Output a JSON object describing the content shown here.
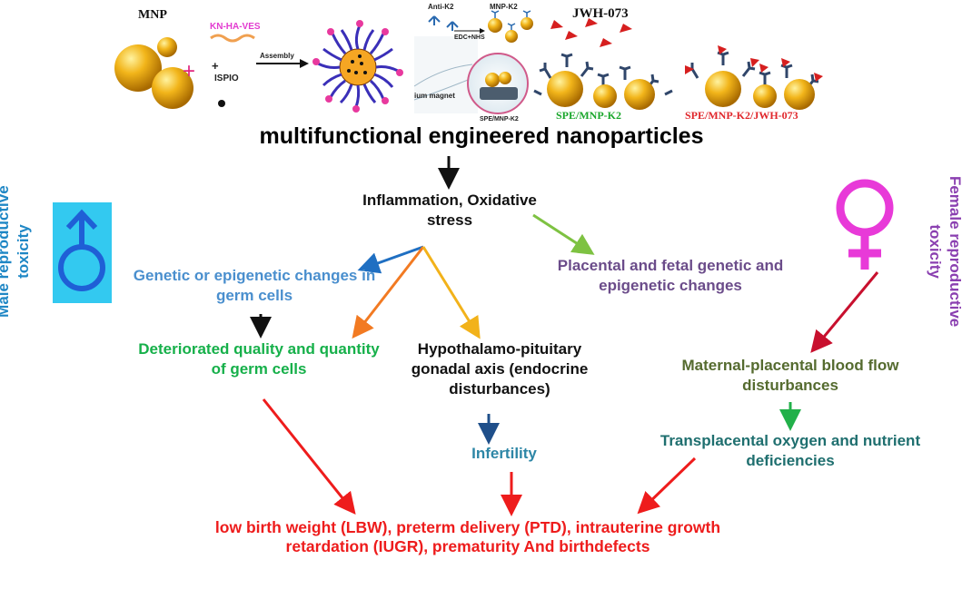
{
  "title": "multifunctional engineered nanoparticles",
  "illustration": {
    "mnp": "MNP",
    "kn_ha_ves": "KN-HA-VES",
    "plus": "+",
    "ispio": "ISPIO",
    "assembly": "Assembly",
    "anti_k2": "Anti-K2",
    "mnp_k2": "MNP-K2",
    "edc_nhs": "EDC+NHS",
    "jwh": "JWH-073",
    "magnet": "ium magnet",
    "spe_mnp_k2_small": "SPE/MNP-K2",
    "spe_mnp_k2": "SPE/MNP-K2",
    "spe_mnp_k2_jwh": "SPE/MNP-K2/JWH-073"
  },
  "labels": {
    "male": "Male reproductive toxicity",
    "female": "Female reproductive toxicity"
  },
  "nodes": {
    "inflammation": "Inflammation, Oxidative stress",
    "genetic": "Genetic or epigenetic changes in germ cells",
    "placental": "Placental and fetal genetic and epigenetic changes",
    "deteriorated": "Deteriorated quality and quantity of germ cells",
    "hpg": "Hypothalamo-pituitary gonadal axis (endocrine disturbances)",
    "infertility": "Infertility",
    "maternal": "Maternal-placental blood flow disturbances",
    "transplacental": "Transplacental oxygen and nutrient deficiencies",
    "outcome": "low birth weight (LBW), preterm delivery (PTD), intrauterine growth retardation (IUGR), prematurity And birthdefects"
  },
  "colors": {
    "genetic": "#4a8fce",
    "placental": "#6b4c8a",
    "deteriorated": "#16b04a",
    "maternal": "#556b2f",
    "transplacental": "#1f6f6f",
    "outcome": "#ee1c1c",
    "male_symbol": "#1f5fd6",
    "male_bg": "#33c9f0",
    "female_symbol": "#e83ad8"
  },
  "icons": [
    "male-symbol-icon",
    "female-symbol-icon"
  ]
}
